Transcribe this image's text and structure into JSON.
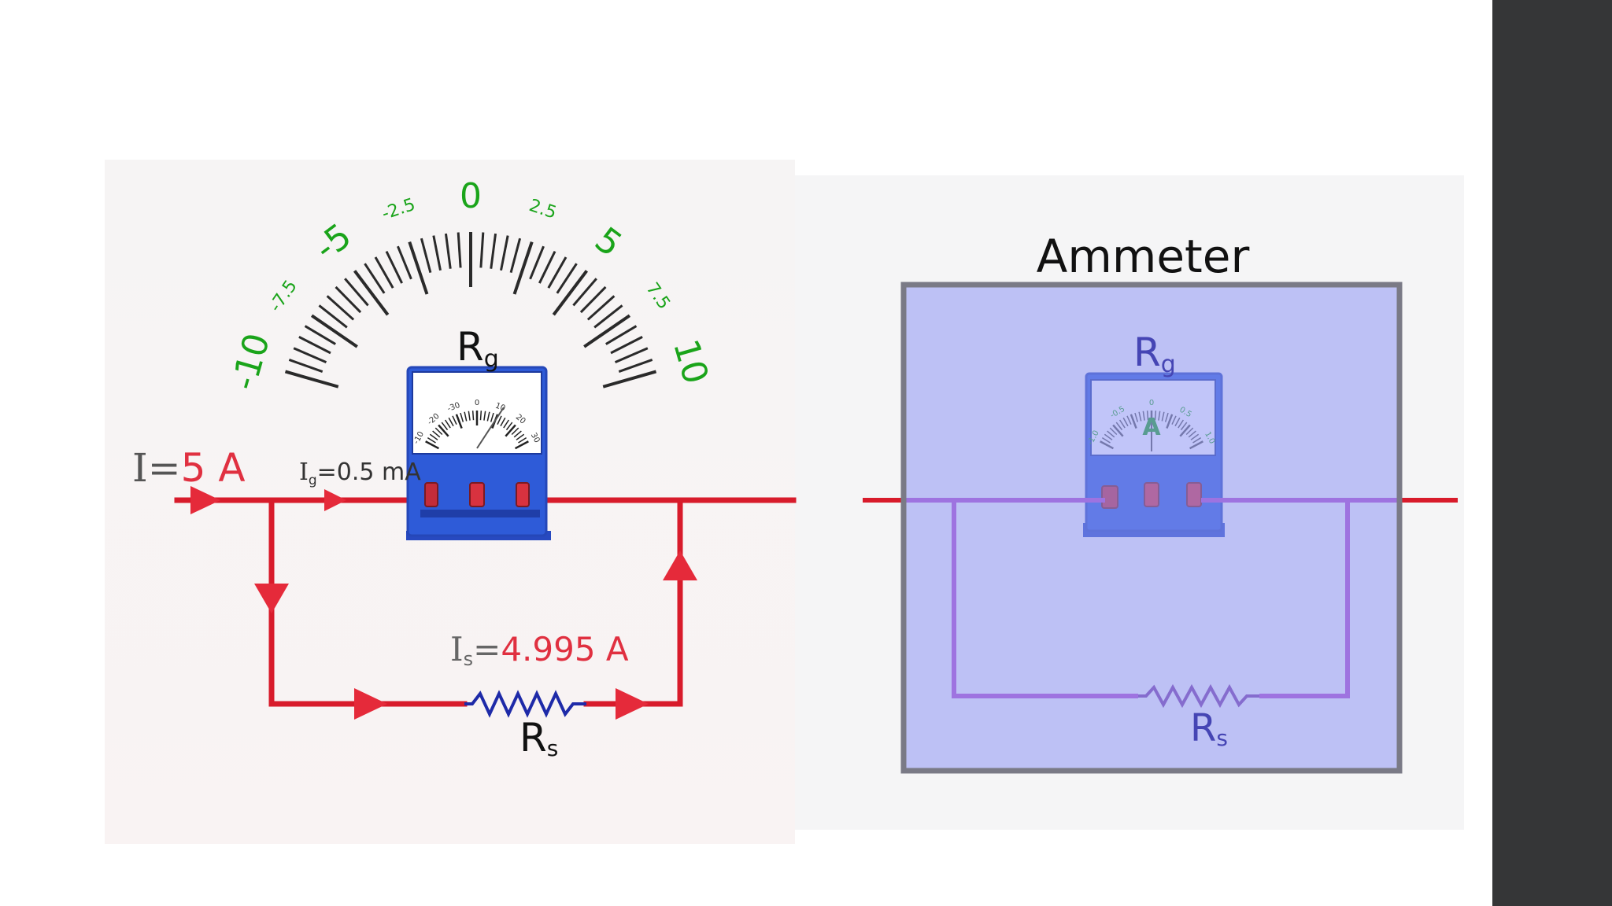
{
  "colors": {
    "wire": "#d81b2b",
    "arrow": "#e52a3a",
    "green": "#1aa41a",
    "meter_blue": "#2e5bd8",
    "resistor": "#1e2aa8",
    "purple_wire": "#b24ac8",
    "overlay": "#8e96f4",
    "frame": "#7a7a86",
    "sidebar": "#353637"
  },
  "left_panel": {
    "scale": {
      "major_labels": [
        "-10",
        "-7.5",
        "-5",
        "-2.5",
        "0",
        "2.5",
        "5",
        "7.5",
        "10"
      ]
    },
    "galvanometer": {
      "label_main": "R",
      "label_sub": "g",
      "dial_labels": [
        "-10",
        "-20",
        "-30",
        "0",
        "10",
        "20",
        "30"
      ]
    },
    "total_current": {
      "prefix": "I=",
      "value": "5 A"
    },
    "galv_current": {
      "main": "I",
      "sub": "g",
      "rest": "=0.5 mA"
    },
    "shunt_current": {
      "main": "I",
      "sub": "s",
      "eq": "=",
      "value": "4.995 A"
    },
    "shunt": {
      "label_main": "R",
      "label_sub": "s"
    }
  },
  "right_panel": {
    "title": "Ammeter",
    "galvanometer": {
      "label_main": "R",
      "label_sub": "g",
      "dial_letter": "A",
      "dial_labels": [
        "-1.0",
        "-0.5",
        "0",
        "0.5",
        "1.0"
      ]
    },
    "shunt": {
      "label_main": "R",
      "label_sub": "s"
    }
  },
  "icons": [
    "current-arrow-icon",
    "resistor-zigzag-icon",
    "meter-dial-icon"
  ]
}
